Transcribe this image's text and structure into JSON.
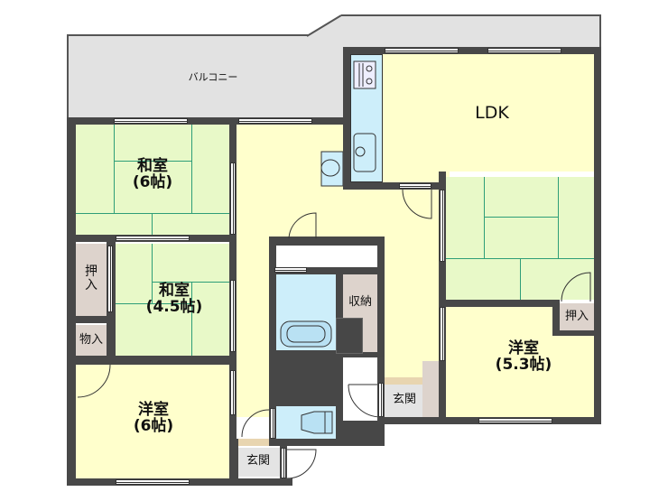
{
  "floor_plan": {
    "balcony": {
      "label": "バルコニー"
    },
    "rooms": [
      {
        "id": "ldk",
        "label": "LDK",
        "type": "living-dining-kitchen"
      },
      {
        "id": "washitsu-6",
        "label": "和室\n(6帖)",
        "type": "japanese-room",
        "size_jo": 6
      },
      {
        "id": "washitsu-4-5",
        "label": "和室\n(4.5帖)",
        "type": "japanese-room",
        "size_jo": 4.5
      },
      {
        "id": "washitsu-right",
        "label": "",
        "type": "japanese-room"
      },
      {
        "id": "yoshitsu-6",
        "label": "洋室\n(6帖)",
        "type": "western-room",
        "size_jo": 6
      },
      {
        "id": "yoshitsu-5-3",
        "label": "洋室\n(5.3帖)",
        "type": "western-room",
        "size_jo": 5.3
      }
    ],
    "storage": [
      {
        "id": "oshiire-left",
        "label": "押\n入"
      },
      {
        "id": "monoire",
        "label": "物入"
      },
      {
        "id": "oshiire-right",
        "label": "押入"
      },
      {
        "id": "shuno",
        "label": "収納"
      }
    ],
    "entrances": [
      {
        "id": "genkan-left",
        "label": "玄関"
      },
      {
        "id": "genkan-right",
        "label": "玄関"
      }
    ],
    "fixtures": [
      "kitchen-stove",
      "kitchen-sink",
      "wash-basin",
      "bathtub",
      "toilet"
    ]
  },
  "colors": {
    "wall": "#484848",
    "balcony": "#e2e2e2",
    "tatami": "#e8f9c8",
    "tatami_line": "#2e9e78",
    "floor": "#ffffcc",
    "water_area": "#cdeefa",
    "closet": "#ddd3cc",
    "genkan": "#e4e4e4"
  }
}
